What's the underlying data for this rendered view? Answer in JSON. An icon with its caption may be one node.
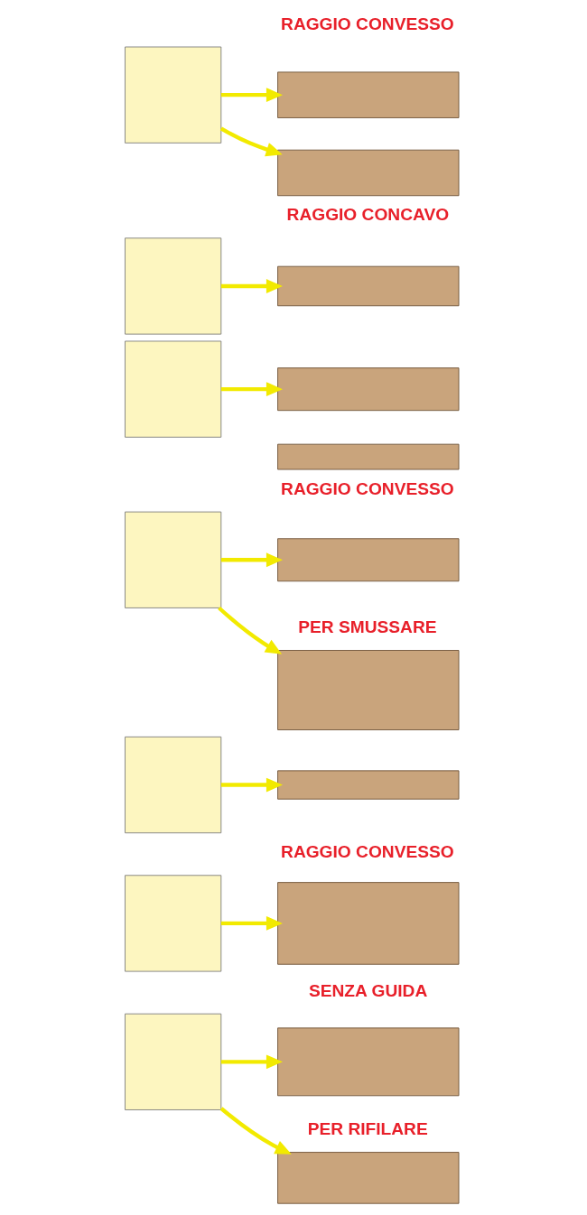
{
  "diagram": {
    "nodes": [
      {
        "text": [],
        "shape": "box"
      },
      {
        "text": [],
        "shape": "box"
      },
      {
        "text": [],
        "shape": "box"
      },
      {
        "text": [],
        "shape": "box"
      },
      {
        "text": [],
        "shape": "box"
      },
      {
        "text": [],
        "shape": "box"
      },
      {
        "text": [],
        "shape": "box"
      },
      {
        "text": [],
        "shape": "box"
      },
      {
        "text": [],
        "shape": "box"
      },
      {
        "text": [],
        "shape": "box"
      },
      {
        "text": [],
        "shape": "box"
      },
      {
        "text": [],
        "shape": "box"
      },
      {
        "text": [],
        "shape": "box"
      },
      {
        "text": [],
        "shape": "box"
      },
      {
        "text": [],
        "shape": "box"
      },
      {
        "text": [],
        "shape": "box"
      },
      {
        "text": [],
        "shape": "box"
      },
      {
        "text": [],
        "shape": "box"
      }
    ],
    "edges": [
      {
        "from": 0,
        "to": 1,
        "arrow": "to"
      },
      {
        "from": 0,
        "to": 2,
        "arrow": "to"
      },
      {
        "from": 3,
        "to": 4,
        "arrow": "to"
      },
      {
        "from": 6,
        "to": 5,
        "arrow": "to"
      },
      {
        "from": 9,
        "to": 8,
        "arrow": "to"
      },
      {
        "from": 9,
        "to": 10,
        "arrow": "to"
      },
      {
        "from": 11,
        "to": 12,
        "arrow": "to"
      },
      {
        "from": 14,
        "to": 13,
        "arrow": "to"
      },
      {
        "from": 16,
        "to": 15,
        "arrow": "to"
      },
      {
        "from": 16,
        "to": 17,
        "arrow": "to"
      }
    ],
    "labels": [
      "RAGGIO CONVESSO",
      "RAGGIO CONCAVO",
      "RAGGIO CONVESSO",
      "PER SMUSSARE",
      "RAGGIO CONVESSO",
      "SENZA GUIDA",
      "PER RIFILARE"
    ]
  }
}
